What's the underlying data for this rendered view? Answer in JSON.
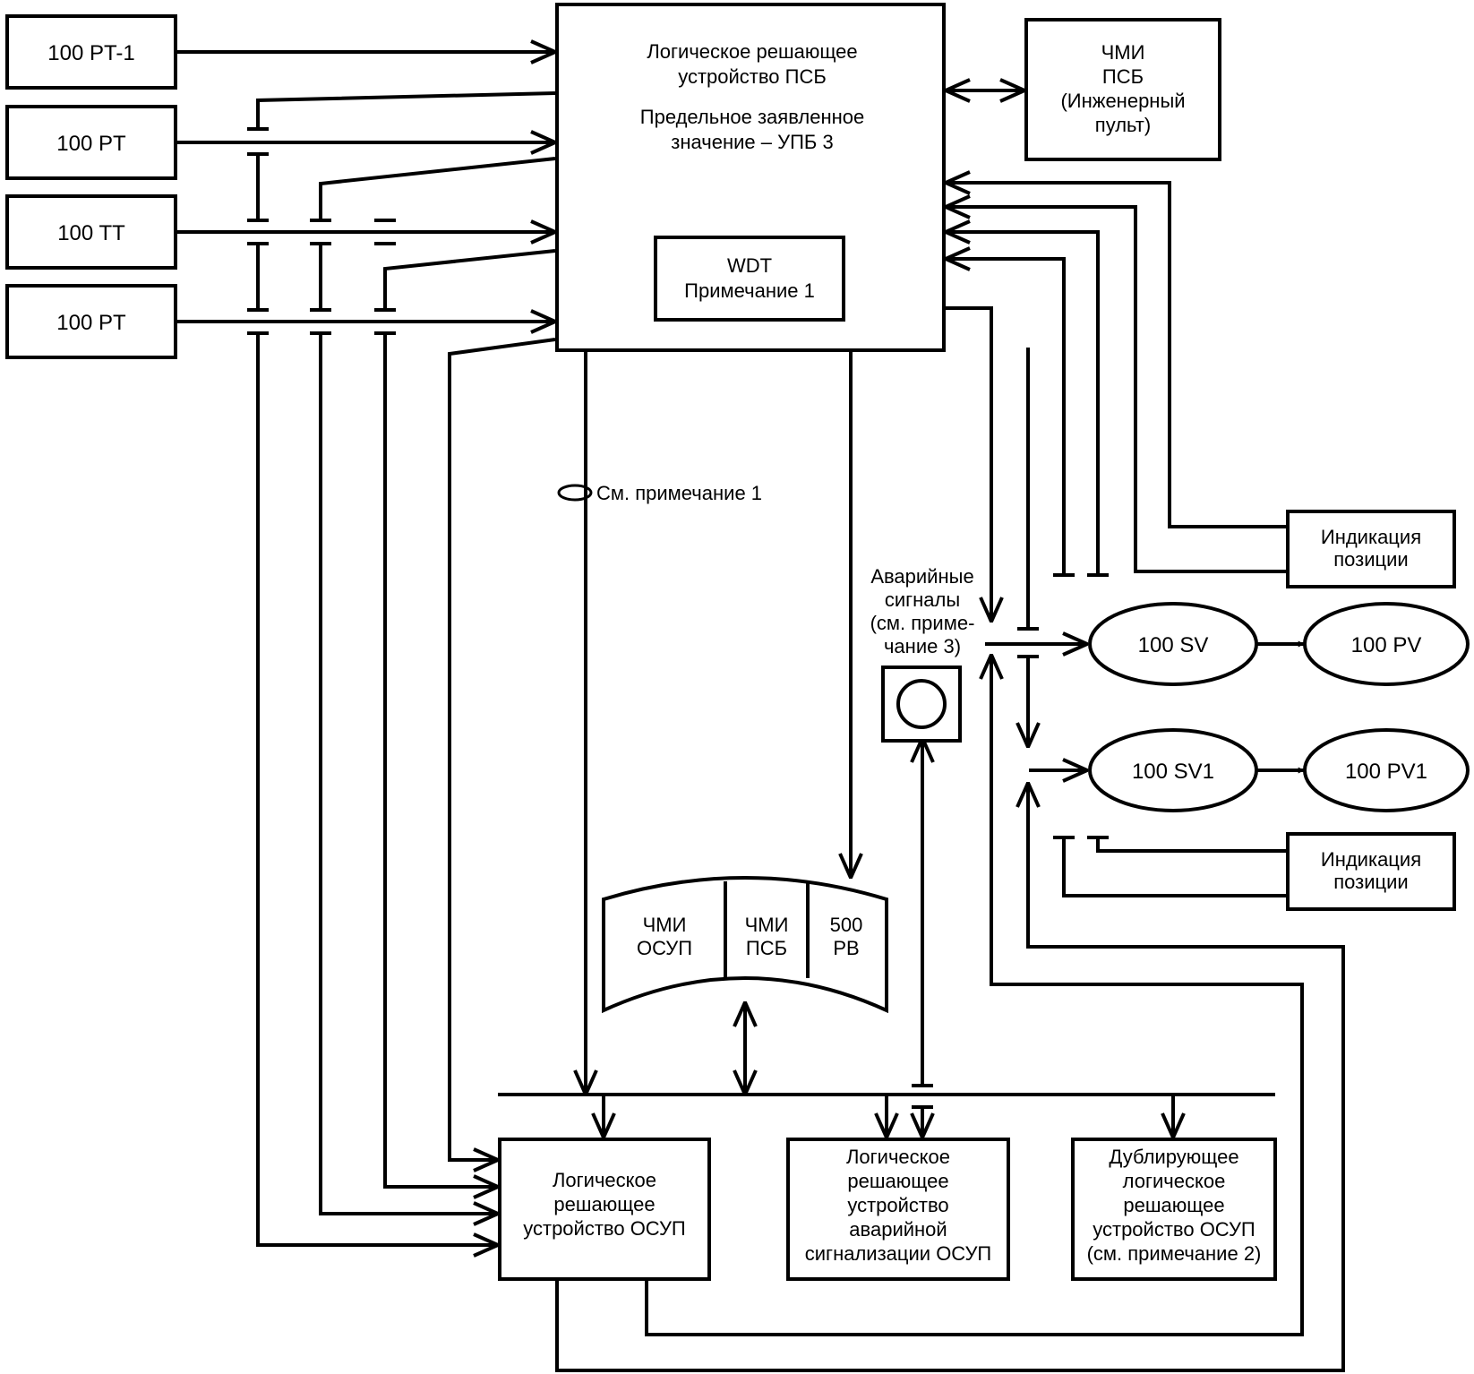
{
  "sensors": {
    "pt1": "100 PT-1",
    "pt_a": "100 PT",
    "tt": "100 TT",
    "pt_b": "100 PT"
  },
  "psb_logic": {
    "line1": "Логическое решающее",
    "line2": "устройство ПСБ",
    "line3": "Предельное заявленное",
    "line4": "значение – УПБ 3"
  },
  "wdt": {
    "line1": "WDT",
    "line2": "Примечание 1"
  },
  "hmi_psb_eng": {
    "line1": "ЧМИ",
    "line2": "ПСБ",
    "line3": "(Инженерный",
    "line4": "пульт)"
  },
  "position_ind_top": {
    "line1": "Индикация",
    "line2": "позиции"
  },
  "position_ind_bottom": {
    "line1": "Индикация",
    "line2": "позиции"
  },
  "valves": {
    "sv": "100 SV",
    "pv": "100 PV",
    "sv1": "100 SV1",
    "pv1": "100 PV1"
  },
  "alarm_label": {
    "line1": "Аварийные",
    "line2": "сигналы",
    "line3": "(см. приме-",
    "line4": "чание 3)"
  },
  "note_see1": "См. примечание 1",
  "console": {
    "hmi_osup_1": "ЧМИ",
    "hmi_osup_2": "ОСУП",
    "hmi_psb_1": "ЧМИ",
    "hmi_psb_2": "ПСБ",
    "pb_1": "500",
    "pb_2": "PB"
  },
  "osup_logic": {
    "line1": "Логическое",
    "line2": "решающее",
    "line3": "устройство ОСУП"
  },
  "alarm_logic": {
    "line1": "Логическое",
    "line2": "решающее",
    "line3": "устройство",
    "line4": "аварийной",
    "line5": "сигнализации ОСУП"
  },
  "backup_logic": {
    "line1": "Дублирующее",
    "line2": "логическое",
    "line3": "решающее",
    "line4": "устройство ОСУП",
    "line5": "(см. примечание 2)"
  }
}
